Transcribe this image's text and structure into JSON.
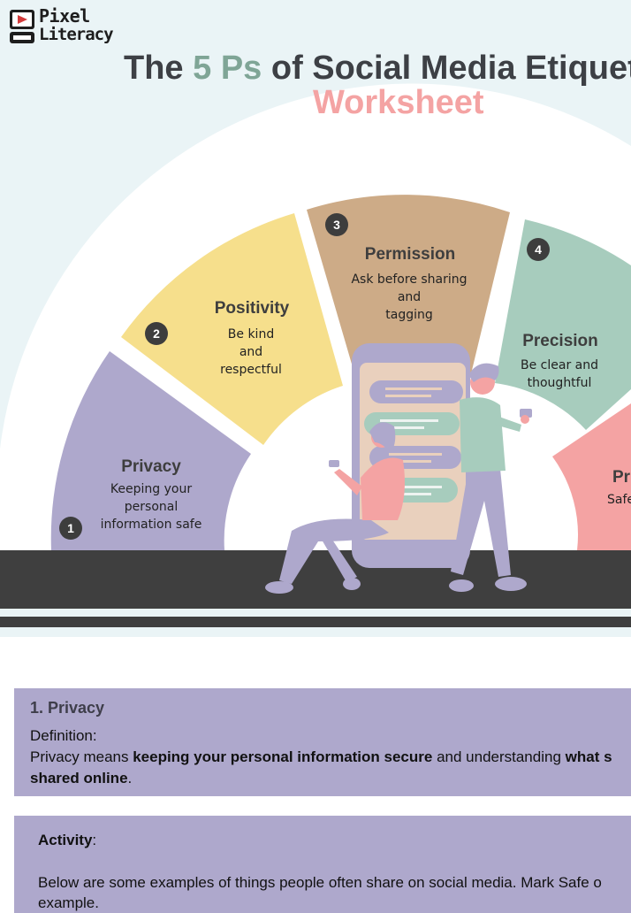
{
  "brand": {
    "word1": "Pixel",
    "word2": "Literacy"
  },
  "title": {
    "part1": "The ",
    "highlight": "5 Ps",
    "part2": " of Social Media Etiquette"
  },
  "subtitle": "Worksheet",
  "segments": [
    {
      "num": "1",
      "heading": "Privacy",
      "lines": [
        "Keeping your",
        "personal",
        "information safe"
      ]
    },
    {
      "num": "2",
      "heading": "Positivity",
      "lines": [
        "Be kind",
        "and",
        "respectful"
      ]
    },
    {
      "num": "3",
      "heading": "Permission",
      "lines": [
        "Ask before sharing",
        "and",
        "tagging"
      ]
    },
    {
      "num": "4",
      "heading": "Precision",
      "lines": [
        "Be clear and",
        "thoughtful"
      ]
    },
    {
      "heading": "Pr",
      "lines": [
        "Safe"
      ]
    }
  ],
  "colors": {
    "privacy": "#aea8cc",
    "positivity": "#f6df8c",
    "permission": "#cdab87",
    "precision": "#a7ccbd",
    "fifth": "#f4a3a3",
    "ground": "#3f3f3f"
  },
  "privacy_panel": {
    "heading": "1. Privacy",
    "definition_label": "Definition:",
    "line1_a": "Privacy means ",
    "line1_b": "keeping your personal information secure",
    "line1_c": " and understanding ",
    "line1_d": "what s",
    "line2_a": "shared online",
    "line2_b": "."
  },
  "activity_panel": {
    "label": "Activity",
    "label_colon": ":",
    "line1": "Below are some examples of things people often share on social media. Mark Safe o",
    "line2": "example."
  }
}
